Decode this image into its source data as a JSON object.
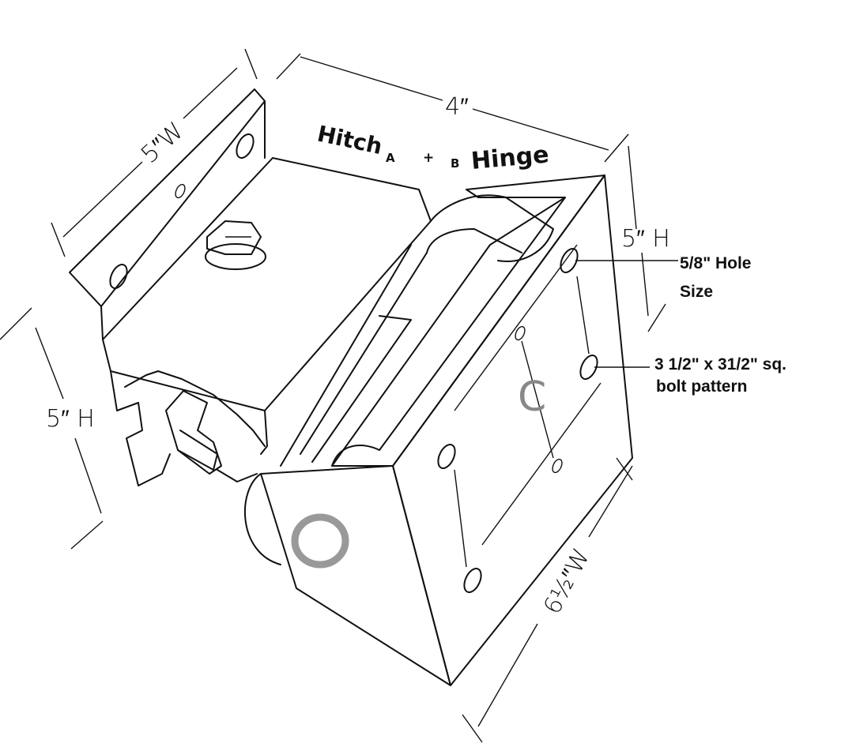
{
  "title": {
    "left": "Hitch",
    "a": "A",
    "plus": "+",
    "b": "B",
    "right": "Hinge"
  },
  "dimensions": {
    "top_width": "4″",
    "left_width": "5″W",
    "left_height": "5″ H",
    "right_height": "5″ H",
    "bottom_width": "6½″W"
  },
  "notes": {
    "hole_line1": "5/8\" Hole",
    "hole_line2": "Size",
    "bolt_line1": "3 1/2\" x 31/2\" sq.",
    "bolt_line2": "bolt pattern"
  },
  "part_marks": {
    "c": "C",
    "o": "O"
  }
}
